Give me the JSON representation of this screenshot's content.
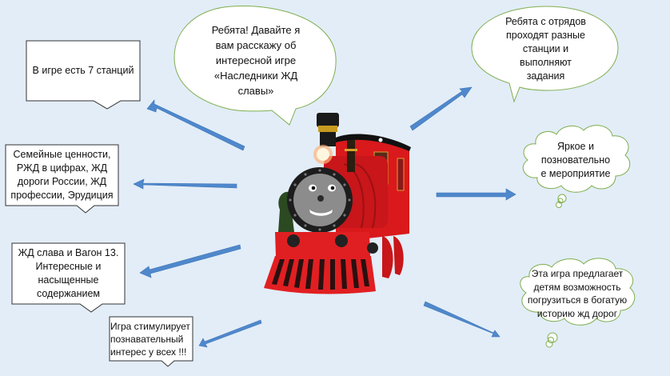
{
  "slide": {
    "background_color": "#e2edf8",
    "arrow_color": "#4f88cc",
    "callout_border_color": "#333333",
    "bubble_border_color": "#7fae4e"
  },
  "left_callouts": [
    {
      "id": "stations",
      "text": "В игре есть 7 станций"
    },
    {
      "id": "station-list",
      "text": "Семейные ценности,\nРЖД в цифрах, ЖД\nдороги России, ЖД\nпрофессии, Эрудиция"
    },
    {
      "id": "glory",
      "text": "ЖД слава и Вагон 13.\nИнтересные и\nнасыщенные\nсодержанием"
    },
    {
      "id": "interest",
      "text": "Игра стимулирует\nпознавательный\nинтерес у всех !!!"
    }
  ],
  "speech_bubbles": [
    {
      "id": "intro",
      "text": "Ребята! Давайте я\nвам расскажу об\nинтересной игре\n«Наследники ЖД\nславы»"
    },
    {
      "id": "teams",
      "text": "Ребята с отрядов\nпроходят разные\nстанции и\nвыполняют\nзадания"
    }
  ],
  "thought_clouds": [
    {
      "id": "bright",
      "text": "Яркое и\nпозновательно\nе мероприятие"
    },
    {
      "id": "history",
      "text": "Эта игра предлагает\nдетям возможность\nпогрузиться в богатую\nисторию жд дорог"
    }
  ],
  "central_image": {
    "label": "cartoon-steam-locomotive"
  }
}
